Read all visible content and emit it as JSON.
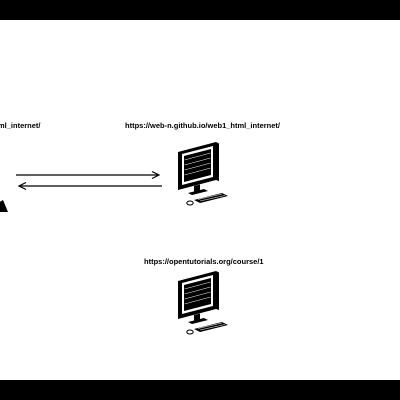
{
  "diagram": {
    "labels": {
      "left_partial": "ml_internet/",
      "top_url": "https://web-n.github.io/web1_html_internet/",
      "bottom_url": "https://opentutorials.org/course/1"
    },
    "icons": {
      "computer_top": "desktop-computer-icon",
      "computer_bottom": "desktop-computer-icon",
      "left_partial": "partial-computer-icon"
    },
    "colors": {
      "letterbox": "#000000",
      "canvas": "#ffffff",
      "ink": "#000000"
    }
  }
}
